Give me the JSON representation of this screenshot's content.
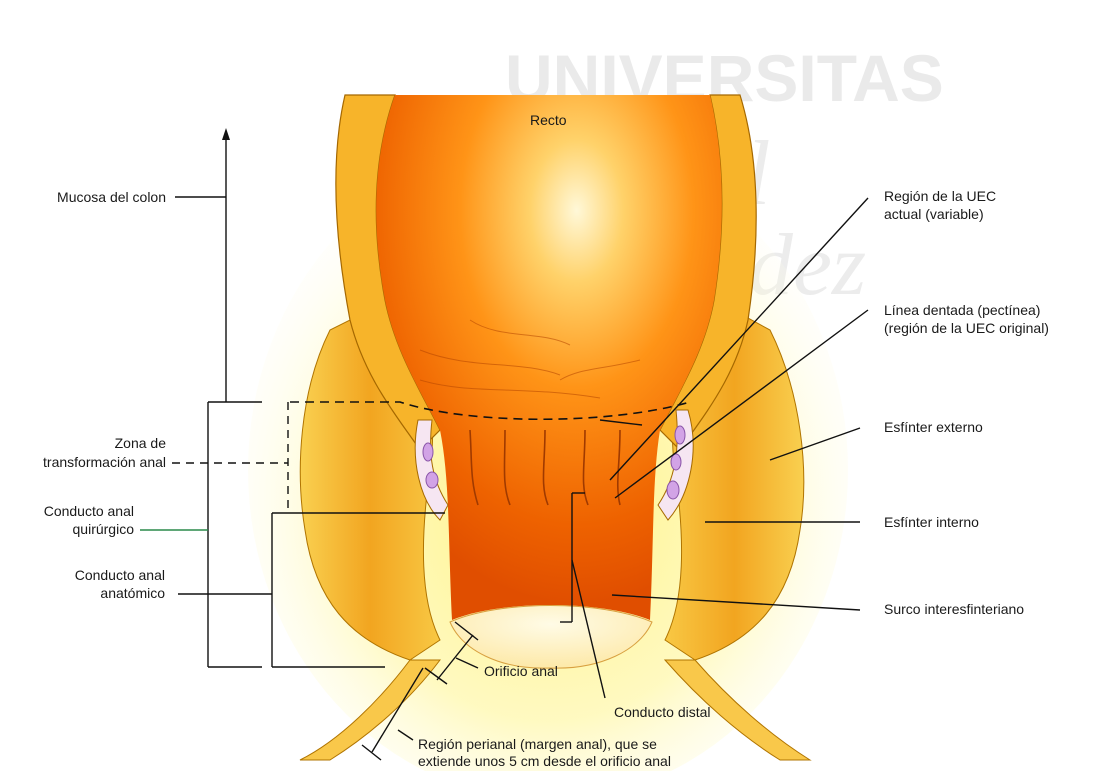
{
  "watermark": {
    "line1": "UNIVERSITAS",
    "line2": "Miguel",
    "line3": "Hernández"
  },
  "labels": {
    "recto": "Recto",
    "mucosa_colon": "Mucosa del colon",
    "zona_transformacion_1": "Zona de",
    "zona_transformacion_2": "transformación anal",
    "conducto_quirurgico_1": "Conducto anal",
    "conducto_quirurgico_2": "quirúrgico",
    "conducto_anatomico_1": "Conducto anal",
    "conducto_anatomico_2": "anatómico",
    "region_uec_1": "Región de la UEC",
    "region_uec_2": "actual (variable)",
    "linea_dentada_1": "Línea dentada (pectínea)",
    "linea_dentada_2": "(región de la UEC original)",
    "esfinter_externo": "Esfínter externo",
    "esfinter_interno": "Esfínter interno",
    "surco": "Surco interesfinteriano",
    "orificio": "Orificio anal",
    "conducto_distal": "Conducto distal",
    "perianal_1": "Región perianal (margen anal), que se",
    "perianal_2": "extiende unos 5 cm desde el orificio anal"
  },
  "colors": {
    "lumen_center": "#fff5c8",
    "lumen_mid": "#ff9a1a",
    "lumen_edge": "#e85a00",
    "muscle": "#f6b830",
    "muscle_stroke": "#a86a00",
    "glow": "#fff39a",
    "vessel": "#d9a8e8",
    "leader": "#111111"
  }
}
